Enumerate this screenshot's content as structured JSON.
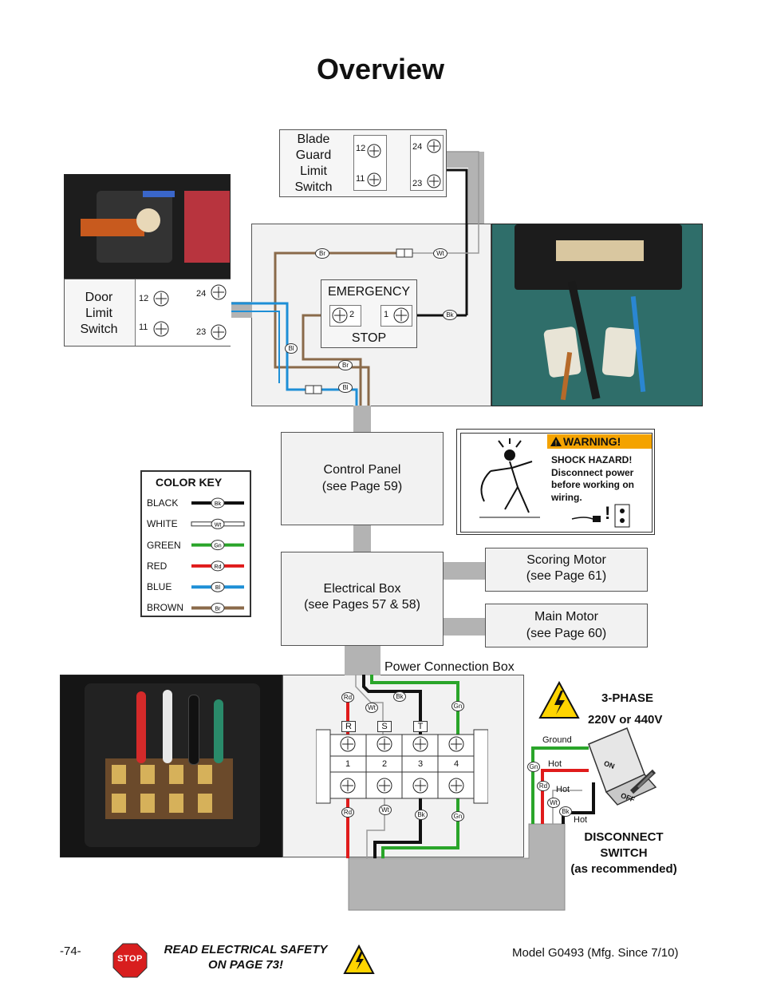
{
  "title": "Overview",
  "blade_guard": {
    "label_lines": [
      "Blade",
      "Guard",
      "Limit",
      "Switch"
    ],
    "terminals": [
      "12",
      "11",
      "24",
      "23"
    ]
  },
  "door_limit": {
    "label_lines": [
      "Door",
      "Limit",
      "Switch"
    ],
    "terminals": [
      "12",
      "11",
      "24",
      "23"
    ]
  },
  "emergency_stop": {
    "top": "EMERGENCY",
    "bottom": "STOP",
    "terminals": [
      "2",
      "1"
    ]
  },
  "wire_tags": {
    "br": "Br",
    "wt": "Wt",
    "bk": "Bk",
    "bl": "Bl",
    "rd": "Rd",
    "gn": "Gn"
  },
  "control_panel": {
    "line1": "Control Panel",
    "line2": "(see Page 59)"
  },
  "electrical_box": {
    "line1": "Electrical Box",
    "line2": "(see Pages 57 & 58)"
  },
  "scoring_motor": {
    "line1": "Scoring Motor",
    "line2": "(see Page 61)"
  },
  "main_motor": {
    "line1": "Main Motor",
    "line2": "(see Page 60)"
  },
  "color_key": {
    "title": "COLOR KEY",
    "items": [
      {
        "name": "BLACK",
        "tag": "Bk",
        "color": "#111111"
      },
      {
        "name": "WHITE",
        "tag": "Wt",
        "color": "#ffffff"
      },
      {
        "name": "GREEN",
        "tag": "Gn",
        "color": "#2aa52a"
      },
      {
        "name": "RED",
        "tag": "Rd",
        "color": "#e01b1b"
      },
      {
        "name": "BLUE",
        "tag": "Bl",
        "color": "#1e8fd6"
      },
      {
        "name": "BROWN",
        "tag": "Br",
        "color": "#8a6a4a"
      }
    ]
  },
  "warning": {
    "header": "WARNING!",
    "line1": "SHOCK HAZARD!",
    "line2": "Disconnect power",
    "line3": "before working on",
    "line4": "wiring."
  },
  "power_box": {
    "label": "Power Connection Box",
    "phase_letters": [
      "R",
      "S",
      "T"
    ],
    "terminal_numbers": [
      "1",
      "2",
      "3",
      "4"
    ]
  },
  "supply": {
    "phase": "3-PHASE",
    "voltage": "220V or 440V",
    "ground": "Ground",
    "hot": "Hot"
  },
  "disconnect": {
    "line1": "DISCONNECT",
    "line2": "SWITCH",
    "line3": "(as recommended)",
    "on_label": "ON",
    "off_label": "OFF"
  },
  "footer": {
    "page": "-74-",
    "stop_sign": "STOP",
    "safety_line1": "READ ELECTRICAL SAFETY",
    "safety_line2": "ON PAGE 73!",
    "model": "Model G0493 (Mfg. Since 7/10)"
  },
  "colors": {
    "black": "#111111",
    "white": "#ffffff",
    "green": "#2aa52a",
    "red": "#e01b1b",
    "blue": "#1e8fd6",
    "brown": "#8a6a4a",
    "conduit": "#b3b3b3",
    "box_fill": "#f2f2f2",
    "warning_orange": "#f4a300",
    "hazard_yellow": "#ffd400"
  }
}
